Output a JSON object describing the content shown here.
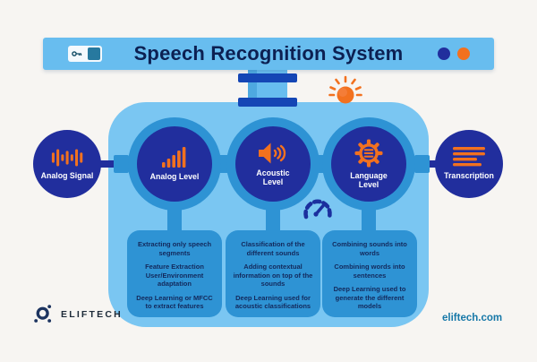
{
  "header": {
    "title": "Speech Recognition System"
  },
  "pipeline": {
    "input": {
      "label": "Analog Signal"
    },
    "levels": [
      {
        "label": "Analog Level",
        "points": [
          "Extracting only speech segments",
          "Feature Extraction User/Environment adaptation",
          "Deep Learning or MFCC to extract features"
        ]
      },
      {
        "label": "Acoustic Level",
        "points": [
          "Classification of the different sounds",
          "Adding contextual information on top of the sounds",
          "Deep Learning used for acoustic classifications"
        ]
      },
      {
        "label": "Language Level",
        "points": [
          "Combining sounds into words",
          "Combining words into sentences",
          "Deep Learning used to generate the different models"
        ]
      }
    ],
    "output": {
      "label": "Transcription"
    }
  },
  "footer": {
    "brand": "ELIFTECH",
    "website": "eliftech.com"
  },
  "colors": {
    "background": "#f7f5f2",
    "light_blue": "#68bdef",
    "container_blue": "#7ac6f2",
    "medium_blue": "#2e93d4",
    "navy": "#212e9d",
    "flange_blue": "#1546b5",
    "orange": "#f2711f",
    "title_text": "#0c2052",
    "box_text": "#13295c",
    "website_text": "#1778a8"
  }
}
